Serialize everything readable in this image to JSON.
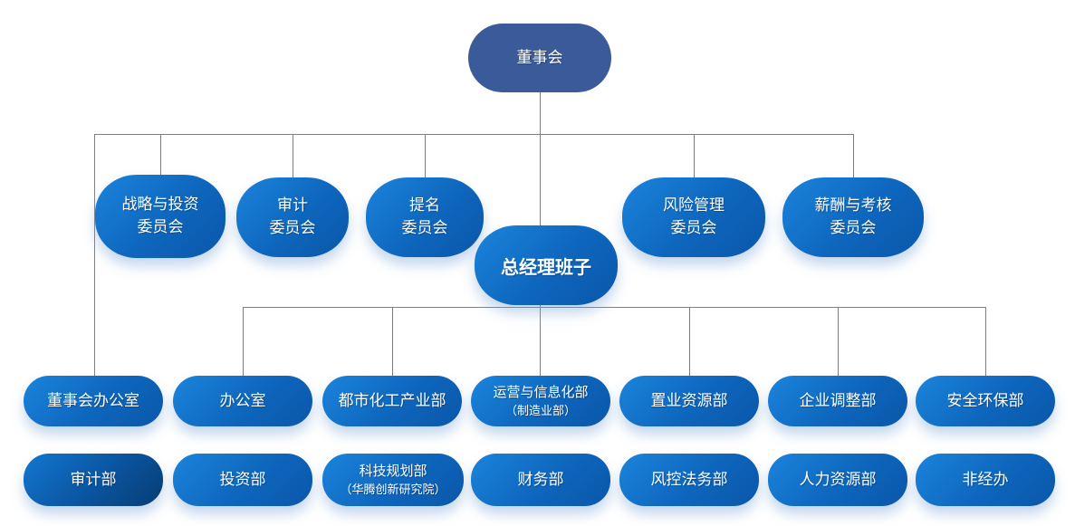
{
  "diagram": {
    "type": "org-chart",
    "description": "corporate organization chart, Chinese labels"
  },
  "nodes": {
    "root": {
      "label": "董事会"
    },
    "committees": [
      {
        "line1": "战略与投资",
        "line2": "委员会"
      },
      {
        "line1": "审计",
        "line2": "委员会"
      },
      {
        "line1": "提名",
        "line2": "委员会"
      },
      {
        "line1": "风险管理",
        "line2": "委员会"
      },
      {
        "line1": "薪酬与考核",
        "line2": "委员会"
      }
    ],
    "gm": {
      "label": "总经理班子"
    },
    "departments_row1": [
      {
        "label": "董事会办公室"
      },
      {
        "label": "办公室"
      },
      {
        "label": "都市化工产业部"
      },
      {
        "label": "运营与信息化部",
        "sublabel": "（制造业部）"
      },
      {
        "label": "置业资源部"
      },
      {
        "label": "企业调整部"
      },
      {
        "label": "安全环保部"
      }
    ],
    "departments_row2": [
      {
        "label": "审计部"
      },
      {
        "label": "投资部"
      },
      {
        "label": "科技规划部",
        "sublabel": "（华腾创新研究院）"
      },
      {
        "label": "财务部"
      },
      {
        "label": "风控法务部"
      },
      {
        "label": "人力资源部"
      },
      {
        "label": "非经办"
      }
    ]
  },
  "colors": {
    "root_fill": "#3a5a99",
    "node_gradient_start": "#1b84dc",
    "node_gradient_end": "#0a57a9",
    "audit_dept_gradient_end": "#073d73",
    "connector": "#7f7f7f",
    "text": "#ffffff",
    "background": "#ffffff"
  }
}
